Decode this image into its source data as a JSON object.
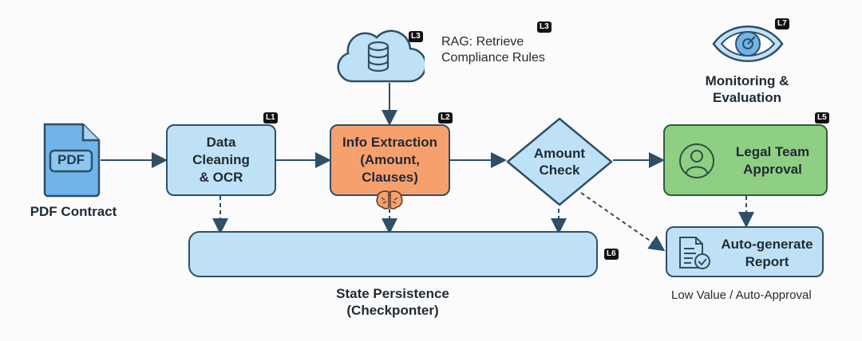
{
  "nodes": {
    "pdf": {
      "icon_text": "PDF",
      "label": "PDF Contract"
    },
    "cleaning": {
      "line1": "Data",
      "line2": "Cleaning",
      "line3": "& OCR",
      "badge": "L1"
    },
    "extraction": {
      "line1": "Info Extraction",
      "line2": "(Amount,",
      "line3": "Clauses)",
      "badge": "L2"
    },
    "rag": {
      "badge_icon": "L3",
      "badge_text": "L3",
      "line1": "RAG: Retrieve",
      "line2": "Compliance Rules"
    },
    "amount_check": {
      "line1": "Amount",
      "line2": "Check"
    },
    "legal": {
      "line1": "Legal Team",
      "line2": "Approval",
      "badge": "L5"
    },
    "monitoring": {
      "line1": "Monitoring &",
      "line2": "Evaluation",
      "badge": "L7"
    },
    "report": {
      "line1": "Auto-generate",
      "line2": "Report",
      "caption": "Low Value / Auto-Approval"
    },
    "state": {
      "line1": "State Persistence",
      "line2": "(Checkponter)",
      "badge": "L6"
    }
  },
  "colors": {
    "blue_fill": "#bfe1f6",
    "orange_fill": "#f6a06e",
    "green_fill": "#8fcf84",
    "stroke": "#2f4f66"
  }
}
